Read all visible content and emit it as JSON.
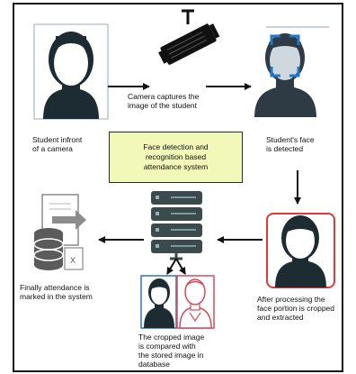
{
  "labels": {
    "student": "Student infront\nof a camera",
    "capture": "Camera captures the\nimage of the student",
    "center": "Face detection and\nrecognition based\nattendance system",
    "detected": "Student's face\nis detected",
    "cropped": "After processing the\nface portion is cropped\nand extracted",
    "compared": "The cropped image\nis compared with\nthe stored image in\ndatabase",
    "marked": "Finally attendance is\nmarked in the system"
  },
  "colors": {
    "ink": "#1a1a1a",
    "highlight": "#f2f9b8",
    "detect_corner": "#1f77c9",
    "crop_border": "#e03a3a",
    "compare_left": "#2f73c4",
    "compare_right": "#d94a5a",
    "server": "#3b4a4c",
    "server_light": "#95b3b3"
  },
  "icons": [
    "person-icon",
    "camera-icon",
    "face-detect-icon",
    "face-crop-icon",
    "server-icon",
    "database-icon",
    "document-icon"
  ]
}
